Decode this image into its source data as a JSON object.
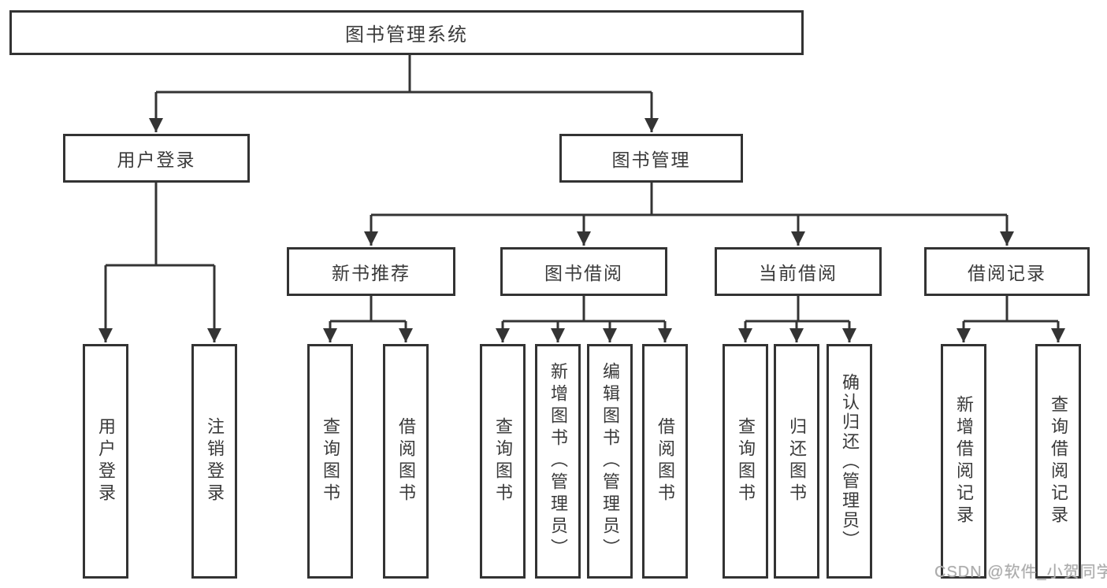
{
  "watermark": "CSDN @软件_小贺同学",
  "colors": {
    "background": "#ffffff",
    "line": "#343434",
    "box_border": "#333333",
    "box_fill": "#ffffff",
    "text": "#3a3a3a",
    "watermark_text": "#ababab"
  },
  "tree": {
    "root": "图书管理系统",
    "level2": {
      "user_login": "用户登录",
      "book_management": "图书管理"
    },
    "level3": {
      "new_book_recommend": "新书推荐",
      "book_borrow": "图书借阅",
      "current_borrow": "当前借阅",
      "borrow_record": "借阅记录"
    },
    "leaves": {
      "user_login": [
        "用户登录",
        "注销登录"
      ],
      "new_book_recommend": [
        "查询图书",
        "借阅图书"
      ],
      "book_borrow": [
        "查询图书",
        "新增图书（管理员）",
        "编辑图书（管理员）",
        "借阅图书"
      ],
      "current_borrow": [
        "查询图书",
        "归还图书",
        "确认归还（管理员）"
      ],
      "borrow_record": [
        "新增借阅记录",
        "查询借阅记录"
      ]
    }
  }
}
